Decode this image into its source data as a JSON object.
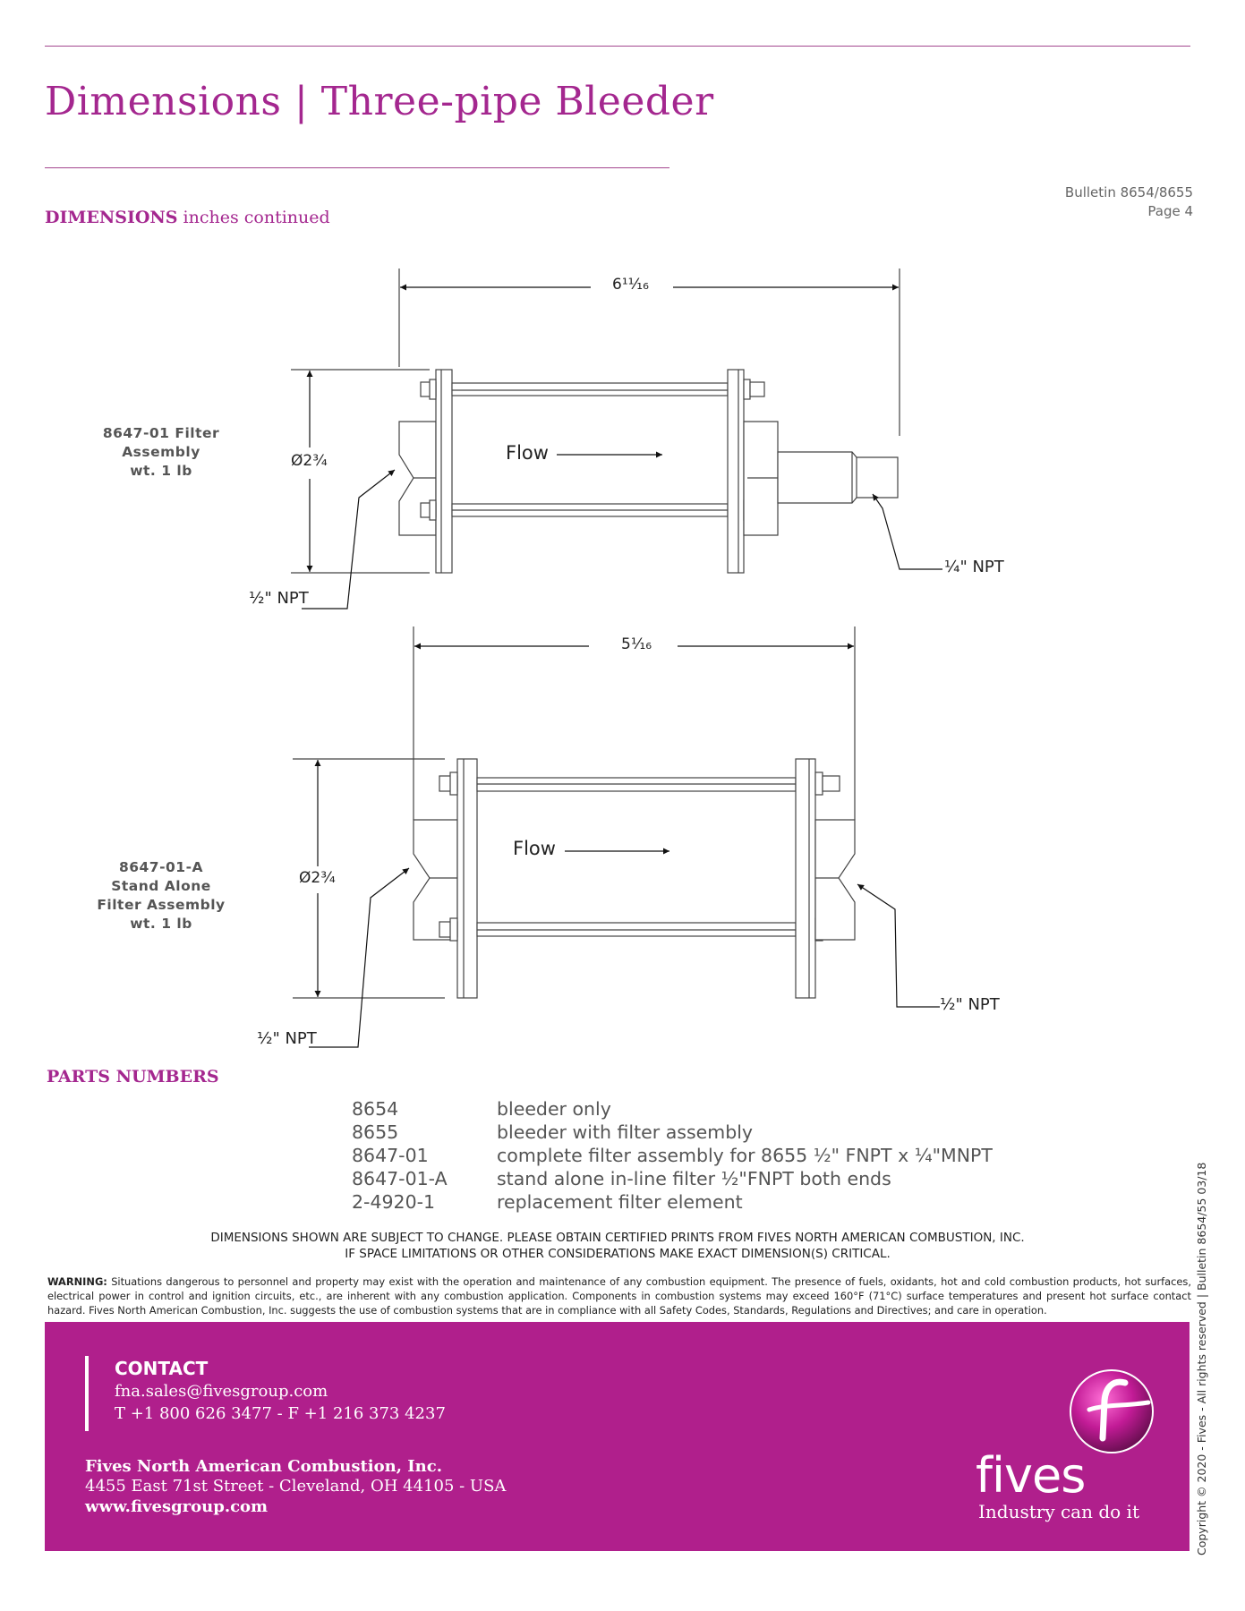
{
  "header": {
    "title": "Dimensions | Three-pipe Bleeder",
    "bulletin": "Bulletin 8654/8655",
    "page": "Page 4"
  },
  "section": {
    "bold": "DIMENSIONS",
    "rest": " inches continued"
  },
  "drawing1": {
    "label_line1": "8647-01 Filter Assembly",
    "label_line2": "wt. 1 lb",
    "length": "6¹¹⁄₁₆",
    "diameter": "Ø2¾",
    "flow": "Flow",
    "inlet": "½\" NPT",
    "outlet": "¼\" NPT"
  },
  "drawing2": {
    "label_line1": "8647-01-A",
    "label_line2": "Stand Alone",
    "label_line3": "Filter Assembly",
    "label_line4": "wt. 1 lb",
    "length": "5¹⁄₁₆",
    "diameter": "Ø2¾",
    "flow": "Flow",
    "inlet": "½\" NPT",
    "outlet": "½\" NPT"
  },
  "parts": {
    "title": "PARTS NUMBERS",
    "rows": [
      {
        "number": "8654",
        "description": "bleeder only"
      },
      {
        "number": "8655",
        "description": "bleeder with filter assembly"
      },
      {
        "number": "8647-01",
        "description": "complete filter assembly for 8655 ½\" FNPT x ¼\"MNPT"
      },
      {
        "number": "8647-01-A",
        "description": "stand alone in-line filter ½\"FNPT both ends"
      },
      {
        "number": "2-4920-1",
        "description": "replacement filter element"
      }
    ]
  },
  "disclaimer": {
    "line1": "DIMENSIONS SHOWN ARE SUBJECT TO CHANGE. PLEASE OBTAIN CERTIFIED PRINTS FROM FIVES NORTH AMERICAN COMBUSTION, INC.",
    "line2": "IF SPACE LIMITATIONS OR OTHER CONSIDERATIONS MAKE EXACT DIMENSION(S) CRITICAL."
  },
  "warning": {
    "label": "WARNING:",
    "text": " Situations dangerous to personnel and property may exist with the operation and maintenance of any combustion equipment. The presence of fuels, oxidants, hot and cold combustion products, hot surfaces, electrical power in control and ignition circuits, etc., are inherent with any combustion application. Components in combustion systems may exceed 160°F (71°C) surface temperatures and present hot surface contact hazard. Fives North American Combustion, Inc. suggests the use of combustion systems that are in compliance with all Safety Codes, Standards, Regulations and Directives; and care in operation."
  },
  "footer": {
    "contact_title": "CONTACT",
    "email": "fna.sales@fivesgroup.com",
    "phone": "T +1 800 626 3477 - F +1 216 373 4237",
    "company": "Fives North American Combustion, Inc.",
    "address": "4455 East 71st Street - Cleveland, OH 44105 - USA",
    "website": "www.fivesgroup.com",
    "brand": "fives",
    "tagline": "Industry can do it",
    "brand_color": "#b01f8c"
  },
  "copyright": "Copyright © 2020 - Fives - All rights reserved | Bulletin 8654/55 03/18"
}
